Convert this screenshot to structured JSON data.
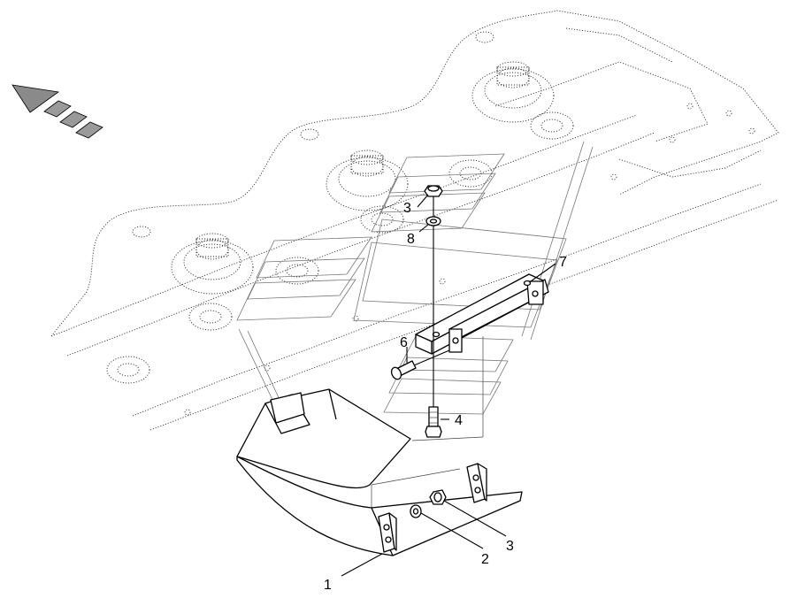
{
  "diagram": {
    "callouts": [
      {
        "id": "c1",
        "label": "1"
      },
      {
        "id": "c2",
        "label": "2"
      },
      {
        "id": "c3a",
        "label": "3"
      },
      {
        "id": "c3b",
        "label": "3"
      },
      {
        "id": "c4",
        "label": "4"
      },
      {
        "id": "c6",
        "label": "6"
      },
      {
        "id": "c7",
        "label": "7"
      },
      {
        "id": "c8",
        "label": "8"
      }
    ],
    "direction_arrow": {
      "icon": "travel-direction-arrow-icon",
      "color": "#666666"
    }
  }
}
